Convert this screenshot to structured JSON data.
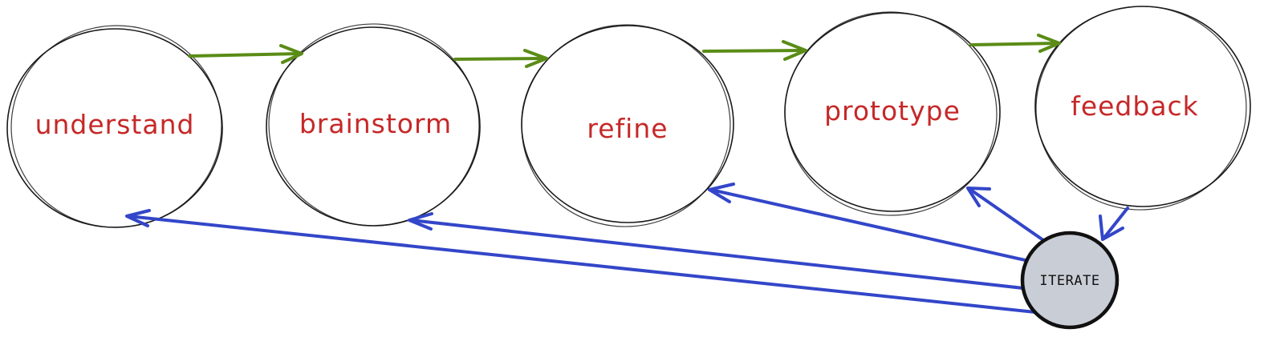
{
  "stages": [
    {
      "id": "understand",
      "label": "understand"
    },
    {
      "id": "brainstorm",
      "label": "brainstorm"
    },
    {
      "id": "refine",
      "label": "refine"
    },
    {
      "id": "prototype",
      "label": "prototype"
    },
    {
      "id": "feedback",
      "label": "feedback"
    }
  ],
  "iterate": {
    "label": "ITERATE"
  },
  "colors": {
    "stage_text": "#c62828",
    "forward_arrow": "#5a8c16",
    "feedback_arrow": "#3346c9",
    "iterate_fill": "#c9ced6",
    "outline": "#1a1a1a"
  }
}
